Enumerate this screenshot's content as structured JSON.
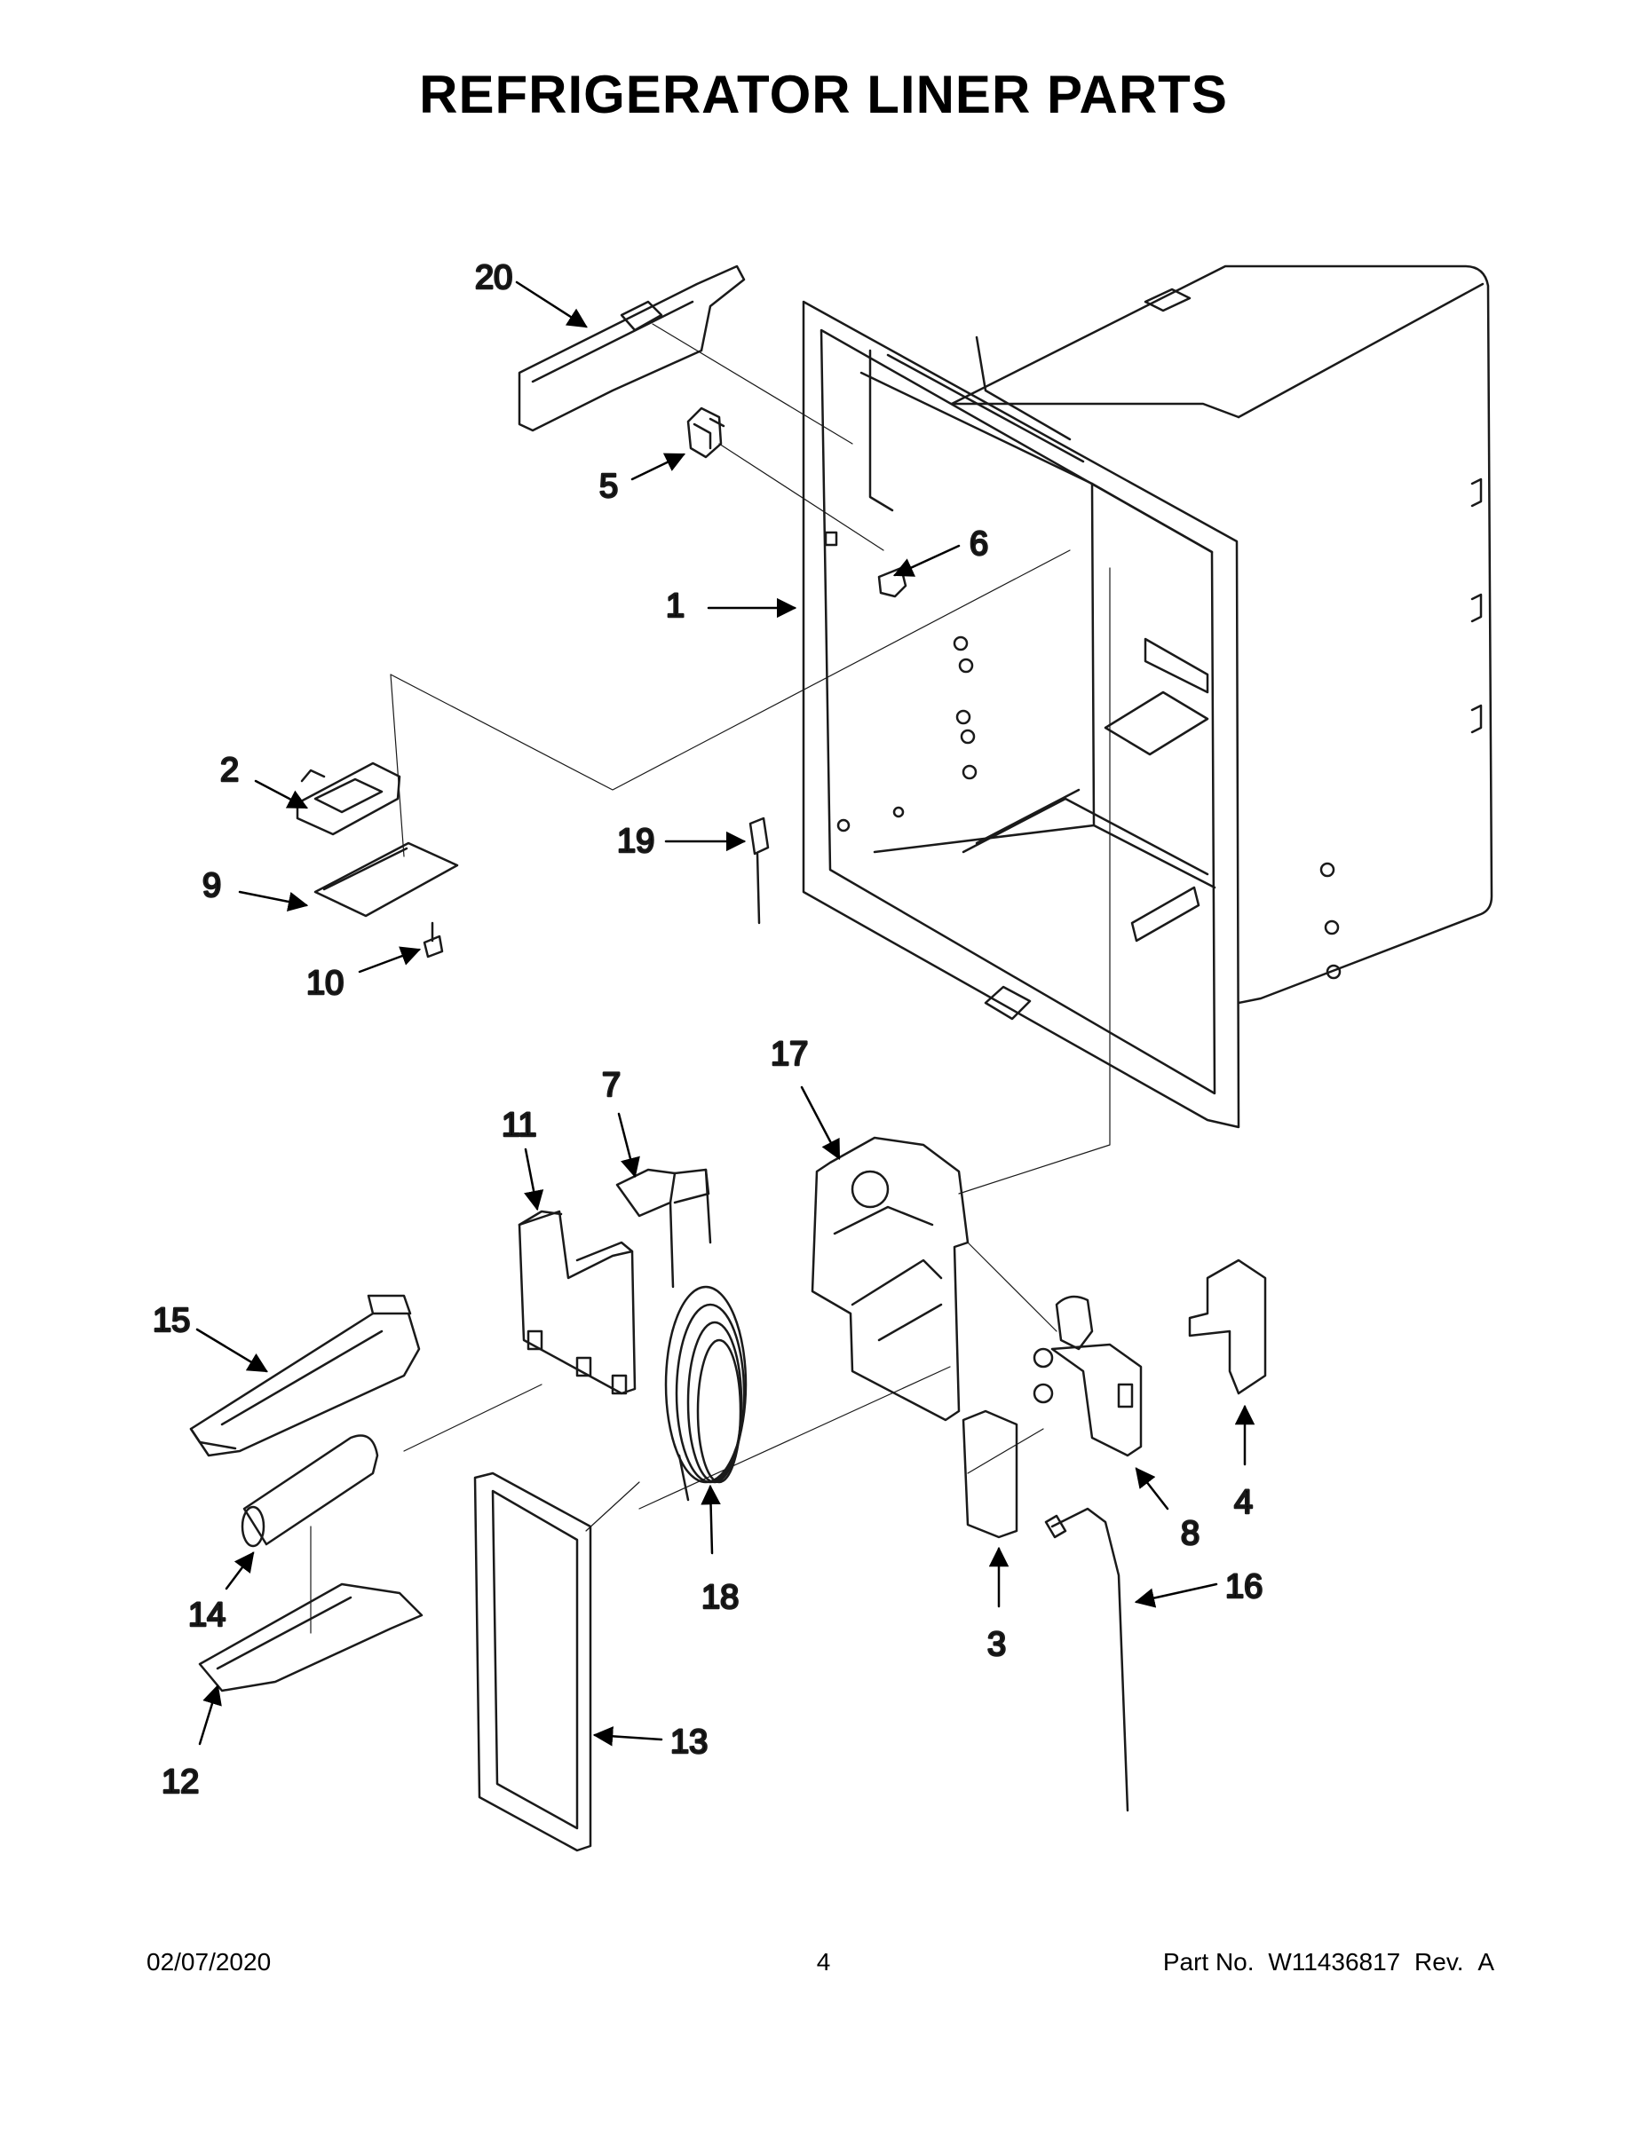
{
  "title": "REFRIGERATOR LINER PARTS",
  "callouts": {
    "c1": "1",
    "c2": "2",
    "c3": "3",
    "c4": "4",
    "c5": "5",
    "c6": "6",
    "c7": "7",
    "c8": "8",
    "c9": "9",
    "c10": "10",
    "c11": "11",
    "c12": "12",
    "c13": "13",
    "c14": "14",
    "c15": "15",
    "c16": "16",
    "c17": "17",
    "c18": "18",
    "c19": "19",
    "c20": "20"
  },
  "footer": {
    "date": "02/07/2020",
    "page": "4",
    "part_label": "Part No.",
    "part_number": "W11436817",
    "rev_label": "Rev.",
    "rev": "A"
  }
}
